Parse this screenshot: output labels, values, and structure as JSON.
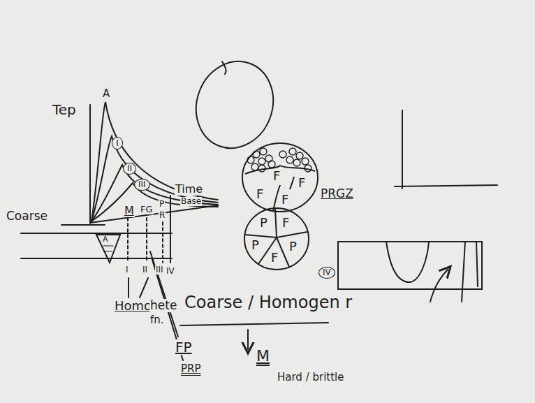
{
  "diagram": {
    "nodes": [
      {
        "text": [
          "F",
          "F",
          "F",
          "F"
        ]
      },
      {
        "text": [
          "P",
          "F",
          "P",
          "F",
          "P"
        ]
      }
    ],
    "labels": [
      "A",
      "Tep",
      "I",
      "II",
      "III",
      "Time",
      "Base",
      "Coarse",
      "A",
      "M",
      "FG",
      "P",
      "R",
      "I",
      "II",
      "III",
      "IV",
      "Homo",
      "hete",
      "fn.",
      "FP",
      "PRP",
      "PRGZ",
      "IV",
      "Coarse / Homogen r",
      "M",
      "Hard / brittle"
    ]
  }
}
